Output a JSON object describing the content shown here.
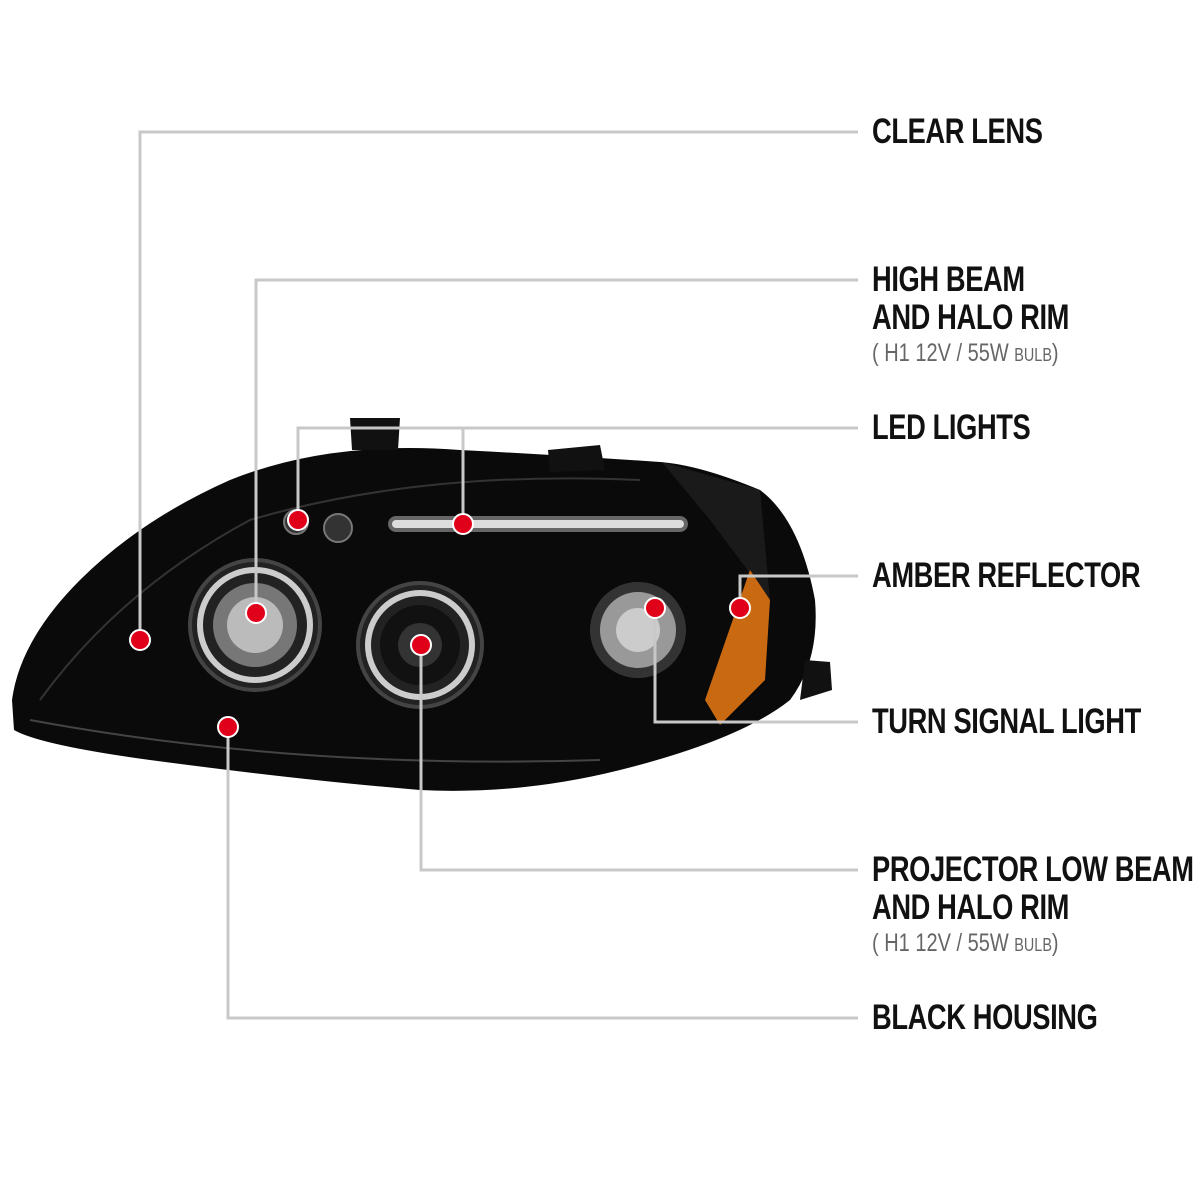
{
  "callouts": [
    {
      "id": "clear-lens",
      "lines": [
        "CLEAR LENS"
      ]
    },
    {
      "id": "high-beam",
      "lines": [
        "HIGH BEAM",
        "AND HALO RIM"
      ],
      "note": {
        "open": "(",
        "spec": "H1  12V / 55W",
        "unit": "BULB",
        "close": ")"
      }
    },
    {
      "id": "led-lights",
      "lines": [
        "LED LIGHTS"
      ]
    },
    {
      "id": "amber-reflector",
      "lines": [
        "AMBER REFLECTOR"
      ]
    },
    {
      "id": "turn-signal",
      "lines": [
        "TURN SIGNAL LIGHT"
      ]
    },
    {
      "id": "projector-low-beam",
      "lines": [
        "PROJECTOR LOW BEAM",
        "AND HALO RIM"
      ],
      "note": {
        "open": "(",
        "spec": "H1  12V / 55W",
        "unit": "BULB",
        "close": ")"
      }
    },
    {
      "id": "black-housing",
      "lines": [
        "BLACK HOUSING"
      ]
    }
  ],
  "colors": {
    "leader": "#c8c8c8",
    "dot": "#e0001a",
    "housing": "#0a0a0a",
    "amber": "#c96a12"
  }
}
